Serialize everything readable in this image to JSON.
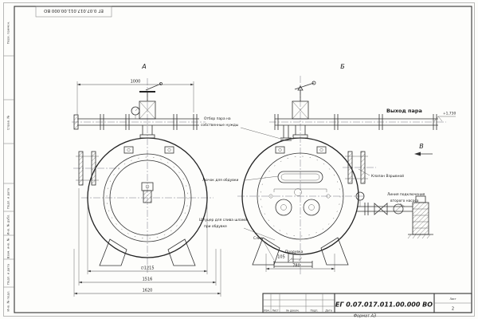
{
  "frame": {
    "stamp_top_number": "ЕГ 0.07.017.011.00.000 ВО",
    "side_labels": [
      "Перв. примен.",
      "Справ. №",
      "Подп. и дата",
      "Инв. № дубл.",
      "Взам. инв. №",
      "Подп. и дата",
      "Инв. № подл."
    ],
    "format_label": "Формат А3"
  },
  "title_block": {
    "doc_number": "ЕГ 0.07.017.011.00.000 ВО",
    "cols": [
      "Изм.",
      "Лист",
      "№ докум.",
      "Подп.",
      "Дата"
    ],
    "sheet_label": "Лист",
    "sheet_number": "2"
  },
  "views": {
    "a": "А",
    "b": "Б",
    "v": "В"
  },
  "labels": {
    "steam_extraction_1": "Отбор пара на",
    "steam_extraction_2": "собственные нужды",
    "steam_outlet": "Выход пара",
    "elevation": "+1,730",
    "hatch_door": "Лючок для обдувки",
    "explosion_valve": "Клапан Взрывной",
    "pump_line_1": "Линия подключения",
    "pump_line_2": "второго насоса",
    "sludge_1": "Штуцер для слива шлама",
    "sludge_2": "при обдувке",
    "drain": "Слив",
    "blowdown": "Продувка"
  },
  "dimensions": {
    "pipe_length": "1000",
    "vessel_diameter": "∅1215",
    "width_1516": "1516",
    "width_1620": "1620",
    "drain_offset": "105",
    "leg_span": "780"
  }
}
